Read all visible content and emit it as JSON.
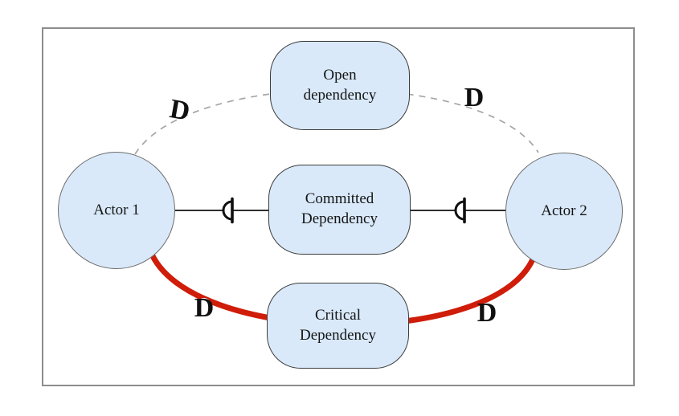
{
  "diagram": {
    "actors": [
      {
        "label": "Actor 1"
      },
      {
        "label": "Actor 2"
      }
    ],
    "dependencies": [
      {
        "label_line1": "Open",
        "label_line2": "dependency",
        "line_style": "dashed"
      },
      {
        "label_line1": "Committed",
        "label_line2": "Dependency",
        "line_style": "solid"
      },
      {
        "label_line1": "Critical",
        "label_line2": "Dependency",
        "line_style": "thick-red"
      }
    ],
    "marker_label": "D",
    "colors": {
      "node_fill": "#d9e9f9",
      "node_border": "#3c3c3c",
      "actor_border": "#6e6e6e",
      "open_line": "#a6a6a6",
      "committed_line": "#2f2f2f",
      "critical_line": "#cf1d0a",
      "frame_border": "#8d8d8d",
      "text_color": "#141414"
    }
  }
}
